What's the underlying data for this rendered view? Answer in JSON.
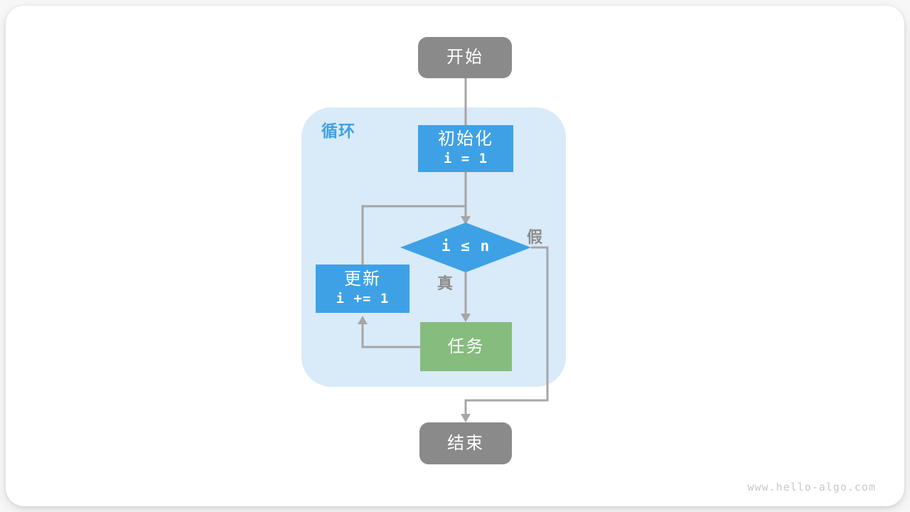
{
  "diagram": {
    "loop_region_label": "循环",
    "nodes": {
      "start": {
        "label": "开始"
      },
      "init": {
        "title": "初始化",
        "code": "i = 1"
      },
      "condition": {
        "code": "i ≤ n"
      },
      "update": {
        "title": "更新",
        "code": "i += 1"
      },
      "task": {
        "label": "任务"
      },
      "end": {
        "label": "结束"
      }
    },
    "branch_labels": {
      "true": "真",
      "false": "假"
    },
    "watermark": "www.hello-algo.com"
  },
  "colors": {
    "node_blue": "#3ea1e6",
    "node_green": "#86bc7e",
    "node_gray": "#8a8a8a",
    "region_light_blue": "#d9eaf8",
    "connector_gray": "#a6a6a6",
    "label_gray": "#8c8c8c",
    "watermark_gray": "#c9c9c9"
  }
}
